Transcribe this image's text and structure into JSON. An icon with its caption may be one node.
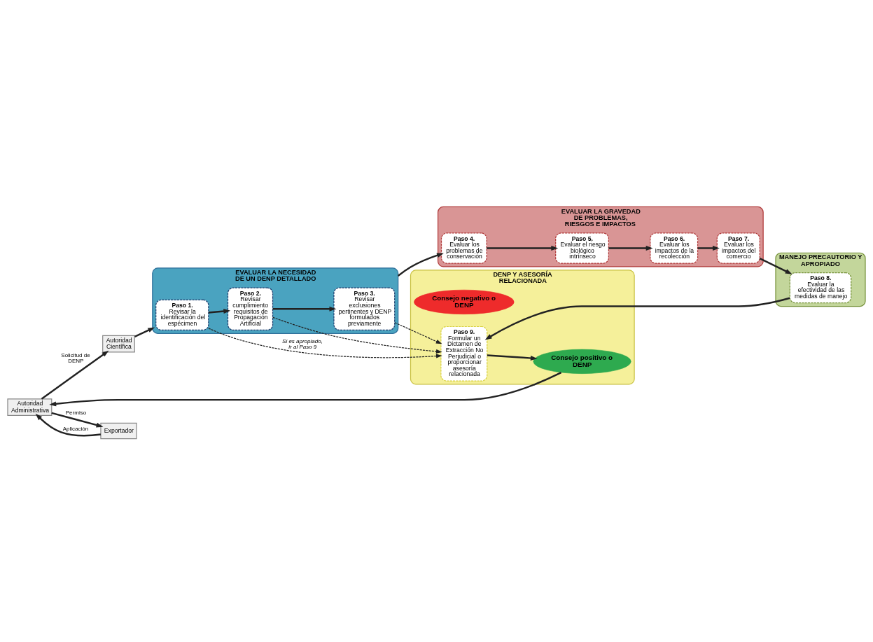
{
  "diagram": {
    "nodes": [
      {
        "text": [
          "Autoridad Científica"
        ]
      },
      {
        "text": [
          "Autoridad Administrativa"
        ]
      },
      {
        "text": [
          "Exportador"
        ]
      },
      {
        "text": [
          "EVALUAR LA NECESIDAD DE UN DENP DETALLADO"
        ]
      },
      {
        "text": [
          "Paso 1.",
          "Revisar la identificación del espécimen"
        ],
        "in": 3
      },
      {
        "text": [
          "Paso 2.",
          "Revisar cumplimiento requisitos de Propagación Artificial"
        ],
        "in": 3
      },
      {
        "text": [
          "Paso 3.",
          "Revisar exclusiones pertinentes y DENP formulados previamente"
        ],
        "in": 3
      },
      {
        "text": [
          "EVALUAR LA GRAVEDAD DE PROBLEMAS, RIESGOS E IMPACTOS"
        ]
      },
      {
        "text": [
          "Paso 4.",
          "Evaluar los problemas de conservación"
        ],
        "in": 7
      },
      {
        "text": [
          "Paso 5.",
          "Evaluar el riesgo biológico intrínseco"
        ],
        "in": 7
      },
      {
        "text": [
          "Paso 6.",
          "Evaluar los impactos de la recolección"
        ],
        "in": 7
      },
      {
        "text": [
          "Paso 7.",
          "Evaluar los impactos del comercio"
        ],
        "in": 7
      },
      {
        "text": [
          "MANEJO PRECAUTORIO Y APROPIADO"
        ]
      },
      {
        "text": [
          "Paso 8.",
          "Evaluar la efectividad de las medidas de manejo"
        ],
        "in": 12
      },
      {
        "text": [
          "DENP Y ASESORÍA RELACIONADA"
        ]
      },
      {
        "text": [
          "Consejo positivo o DENP"
        ],
        "in": 14
      },
      {
        "text": [
          "Consejo negativo o DENP"
        ],
        "in": 14
      },
      {
        "text": [
          "Paso 9.",
          "Formular un Dictamen de Extracción No Perjudicial o proporcionar asesoría relacionada"
        ],
        "in": 14
      }
    ],
    "edges": [
      {
        "from": 1,
        "to": 0,
        "arrow": "to",
        "label": "Solicitud de DENP"
      },
      {
        "from": 0,
        "to": 3,
        "arrow": "to"
      },
      {
        "from": 4,
        "to": 5,
        "arrow": "to"
      },
      {
        "from": 5,
        "to": 6,
        "arrow": "to"
      },
      {
        "from": 3,
        "to": 8,
        "arrow": "to"
      },
      {
        "from": 8,
        "to": 9,
        "arrow": "to"
      },
      {
        "from": 9,
        "to": 10,
        "arrow": "to"
      },
      {
        "from": 10,
        "to": 11,
        "arrow": "to"
      },
      {
        "from": 11,
        "to": 13,
        "arrow": "to"
      },
      {
        "from": 13,
        "to": 17,
        "arrow": "to"
      },
      {
        "from": 17,
        "to": 15,
        "arrow": "to"
      },
      {
        "from": 15,
        "to": 1,
        "arrow": "to"
      },
      {
        "from": 1,
        "to": 2,
        "arrow": "to",
        "label": "Permiso"
      },
      {
        "from": 2,
        "to": 1,
        "arrow": "to",
        "label": "Aplicación"
      },
      {
        "from": 4,
        "to": 17,
        "arrow": "to",
        "style": "dashed",
        "label": "Si es apropiado, ir al Paso 9"
      },
      {
        "from": 5,
        "to": 17,
        "arrow": "to",
        "style": "dashed"
      },
      {
        "from": 6,
        "to": 17,
        "arrow": "to",
        "style": "dashed"
      }
    ]
  }
}
